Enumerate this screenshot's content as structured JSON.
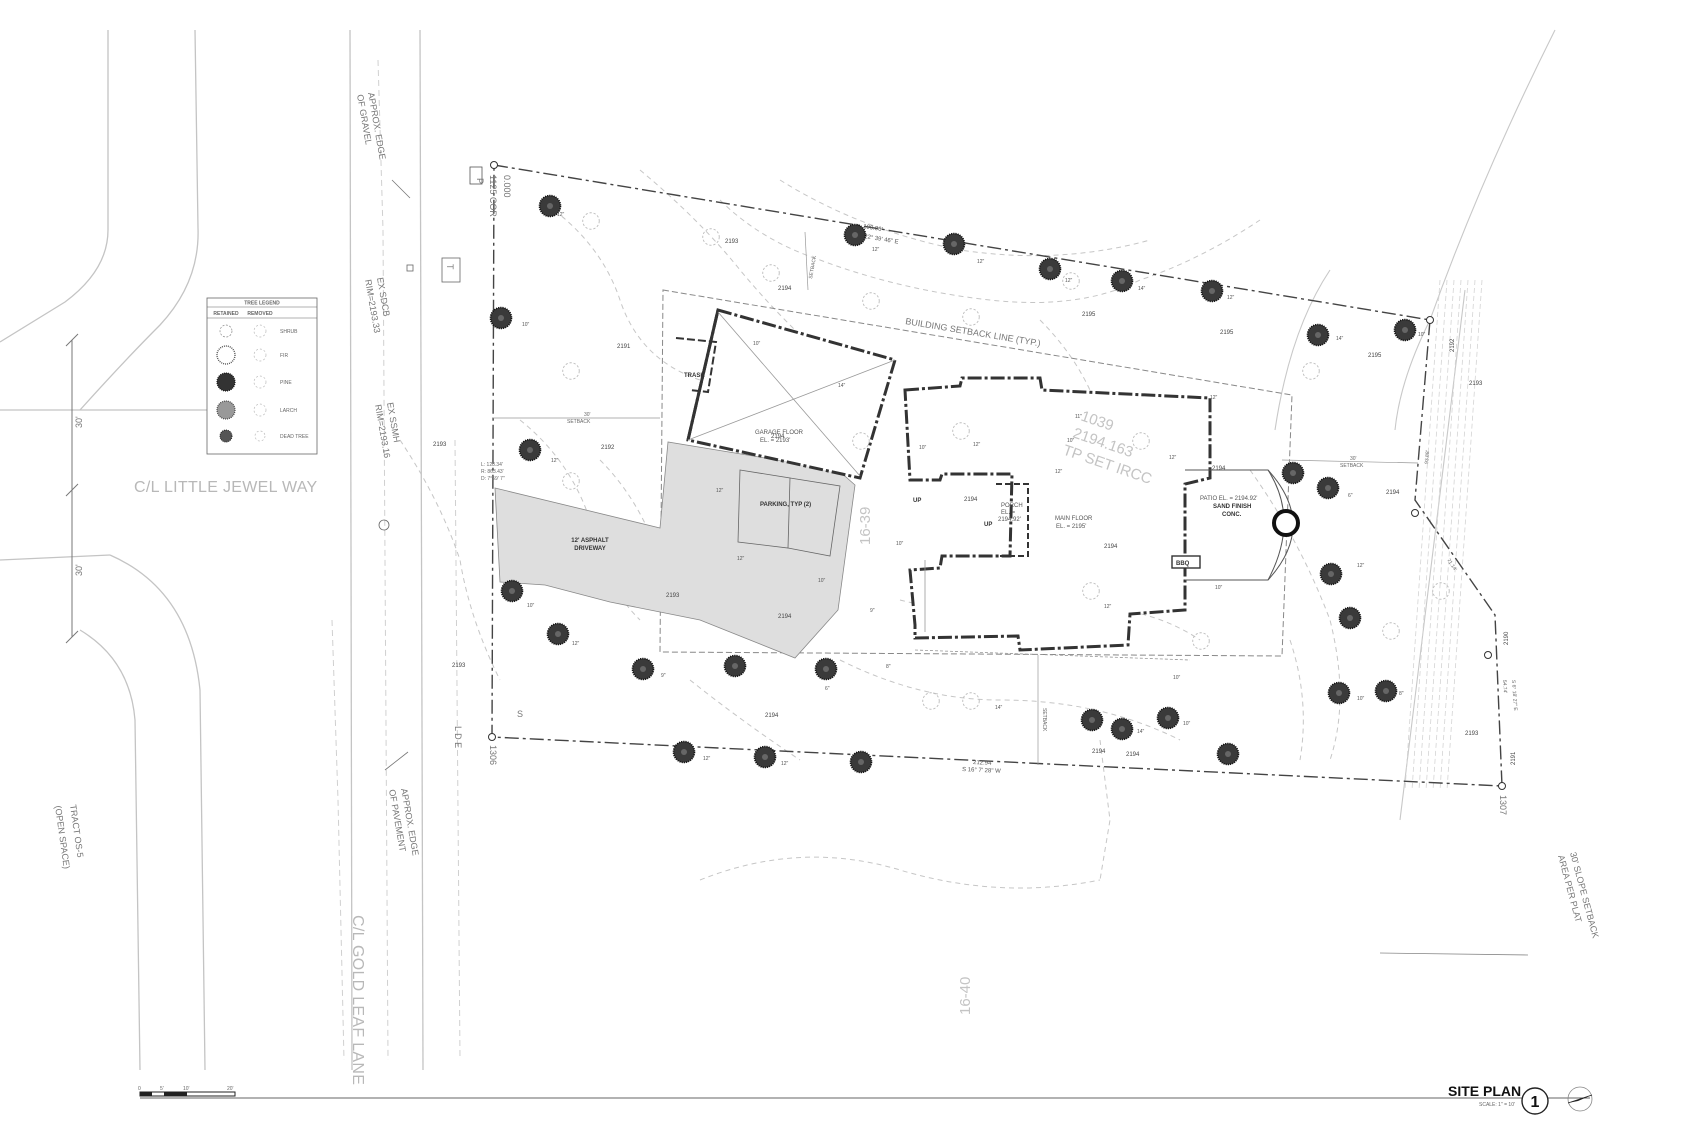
{
  "streets": {
    "little_jewel": "C/L LITTLE JEWEL WAY",
    "gold_leaf": "C/L GOLD LEAF LANE",
    "tract": "TRACT OS-5",
    "open_space": "(OPEN SPACE)"
  },
  "dimensions": {
    "road_half_upper": "30'",
    "road_half_lower": "30'",
    "curve_l": "L: 128.34'",
    "curve_r": "R: 863.43'",
    "curve_d": "D: 7°59' 7\"",
    "north_line_len": "199.06'",
    "north_line_brg": "N 22° 39' 46\" E",
    "south_line_len": "212.94'",
    "south_line_brg": "S 16° 7' 28\" W",
    "east_len_1": "93.88'",
    "east_len_2": "71.14'",
    "east_len_3": "54.74'",
    "east_brg": "S 6° 18' 27\" E"
  },
  "notes": {
    "gravel_1": "APPROX. EDGE",
    "gravel_2": "OF GRAVEL",
    "sdcb_1": "EX SDCB",
    "sdcb_2": "RIM=2193.33",
    "ssmh_1": "EX SSMH",
    "ssmh_2": "RIM=2193.16",
    "pavement_1": "APPROX. EDGE",
    "pavement_2": "OF PAVEMENT",
    "slope_1": "30' SLOPE SETBACK",
    "slope_2": "AREA PER PLAT",
    "setback_line": "BUILDING SETBACK LINE (TYP.)",
    "setback_30": "30'",
    "setback_word": "SETBACK",
    "setback_west_a": "30'",
    "setback_west_b": "SETBACK",
    "setback_east_a": "30'",
    "setback_east_b": "SETBACK",
    "setback_south_a": "SETBACK",
    "setback_north_v": "SETBACK"
  },
  "corners": {
    "nw_a": "0.000",
    "nw_b": "1125 COR",
    "nw_c": "P",
    "sw": "1306",
    "se": "1307",
    "t_mark": "T",
    "s_mark": "S",
    "ld_mark": "L D E"
  },
  "areas": {
    "trash": "TRASH",
    "garage_1": "GARAGE FLOOR",
    "garage_2": "EL. = 2193'",
    "parking": "PARKING, TYP (2)",
    "driveway_1": "12' ASPHALT",
    "driveway_2": "DRIVEWAY",
    "porch_1": "PORCH",
    "porch_2": "EL. =",
    "porch_3": "2194.92'",
    "main_1": "MAIN FLOOR",
    "main_2": "EL. = 2195'",
    "patio_1": "PATIO EL. = 2194.92'",
    "patio_2": "SAND FINISH",
    "patio_3": "CONC.",
    "bbq": "BBQ",
    "up_1": "UP",
    "up_2": "UP",
    "tp_1": "1039",
    "tp_2": "2194.163",
    "tp_3": "TP SET IRCC",
    "lot_1": "16-39",
    "lot_2": "16-40"
  },
  "elevations": [
    "2193",
    "2194",
    "2191",
    "2192",
    "2193",
    "2193",
    "2193",
    "2194",
    "2195",
    "2195",
    "2195",
    "2194",
    "2194",
    "2193",
    "2194",
    "2194",
    "2194",
    "2194",
    "2194",
    "2194",
    "2193",
    "2192",
    "2190",
    "2191"
  ],
  "tree_sizes": [
    "12\"",
    "10\"",
    "12\"",
    "10\"",
    "12\"",
    "10\"",
    "12\"",
    "14\"",
    "12\"",
    "14\"",
    "12\"",
    "12\"",
    "14\"",
    "10\"",
    "12\"",
    "11\"",
    "10\"",
    "12\"",
    "12\"",
    "10\"",
    "12\"",
    "9\"",
    "10\"",
    "8\"",
    "6\"",
    "10\"",
    "12\"",
    "12\"",
    "14\"",
    "10\"",
    "12\"",
    "12\"",
    "10\"",
    "8\"",
    "9\"",
    "6\"",
    "10\"",
    "12\"",
    "12\"",
    "14\"",
    "10\""
  ],
  "legend": {
    "title": "TREE LEGEND",
    "col_retained": "RETAINED",
    "col_removed": "REMOVED",
    "rows": [
      "SHRUB",
      "FIR",
      "PINE",
      "LARCH",
      "DEAD TREE"
    ]
  },
  "title_block": {
    "title": "SITE PLAN",
    "scale": "SCALE: 1\" = 10'",
    "number": "1"
  },
  "scale_bar": {
    "ticks": [
      "0",
      "5'",
      "10'",
      "20'"
    ]
  },
  "colors": {
    "line": "#444444",
    "faint": "#bdbdbd",
    "paving": "#dddddd",
    "wall": "#333333"
  }
}
